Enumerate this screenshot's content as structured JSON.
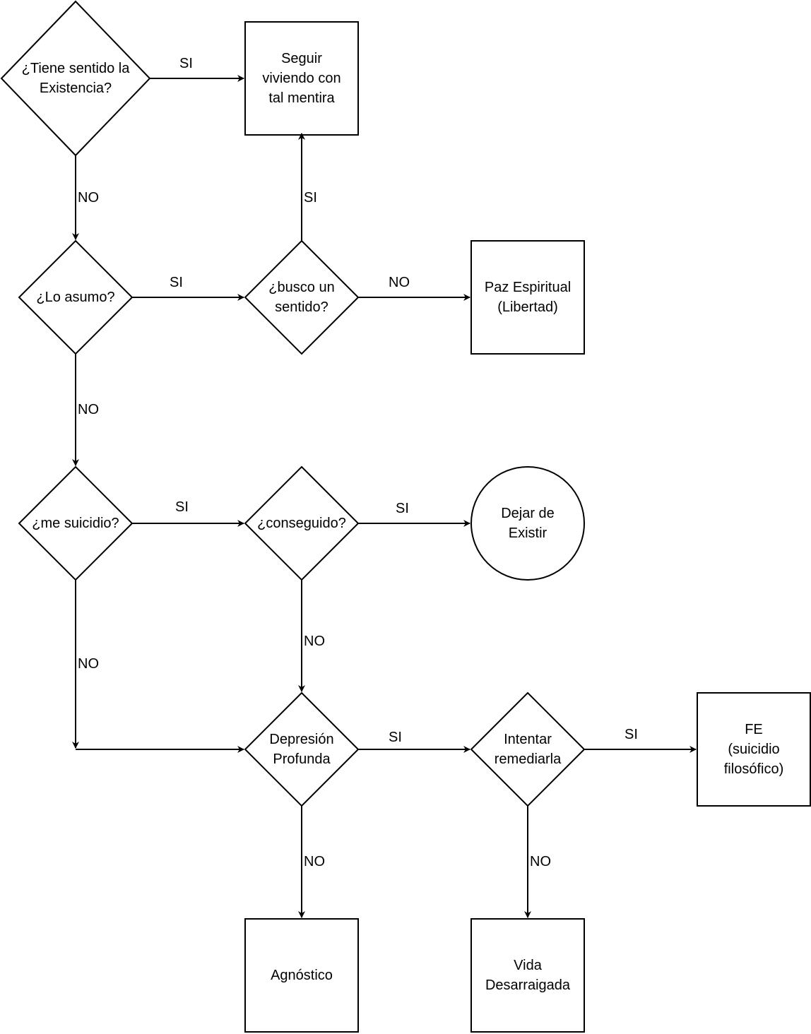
{
  "nodes": {
    "tiene_sentido": "¿Tiene sentido la\nExistencia?",
    "seguir_viviendo": "Seguir\nviviendo con\ntal mentira",
    "lo_asumo": "¿Lo asumo?",
    "busco_sentido": "¿busco un\nsentido?",
    "paz_espiritual": "Paz Espiritual\n(Libertad)",
    "me_suicidio": "¿me suicidio?",
    "conseguido": "¿conseguido?",
    "dejar_existir": "Dejar de\nExistir",
    "depresion": "Depresión\nProfunda",
    "intentar": "Intentar\nremediarla",
    "fe": "FE\n(suicidio\nfilosófico)",
    "agnostico": "Agnóstico",
    "vida": "Vida\nDesarraigada"
  },
  "edges": {
    "tiene_si": "SI",
    "tiene_no": "NO",
    "busco_si": "SI",
    "asumo_si": "SI",
    "busco_no": "NO",
    "asumo_no": "NO",
    "suicidio_si": "SI",
    "conseguido_si": "SI",
    "conseguido_no": "NO",
    "suicidio_no": "NO",
    "depresion_si": "SI",
    "intentar_si": "SI",
    "depresion_no": "NO",
    "intentar_no": "NO"
  }
}
